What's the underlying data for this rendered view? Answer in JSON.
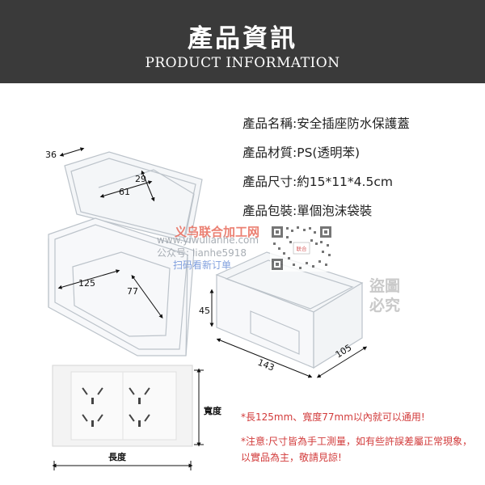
{
  "header": {
    "title": "產品資訊",
    "subtitle": "PRODUCT INFORMATION"
  },
  "specs": [
    "產品名稱:安全插座防水保護蓋",
    "產品材質:PS(透明苯)",
    "產品尺寸:約15*11*4.5cm",
    "產品包裝:單個泡沫袋裝"
  ],
  "dimensions_open": {
    "top_depth": "36",
    "inner_top_w": "61",
    "inner_top_h": "29",
    "inner_w": "125",
    "inner_h": "77"
  },
  "dimensions_closed": {
    "height": "45",
    "length": "143",
    "width": "105"
  },
  "outlet_labels": {
    "width": "寬度",
    "length": "長度"
  },
  "notes": {
    "note1": "*長125mm、寬度77mm以內就可以通用!",
    "note2": "*注意:尺寸皆為手工測量，如有些許誤差屬正常現象，以實品為主，敬請見諒!"
  },
  "watermark": {
    "line1": "义乌联合加工网",
    "line2": "www.yiwulianhe.com",
    "line3": "公众号: lianhe5918",
    "line4": "扫码看新订单",
    "qr_label": "联合",
    "corner": "盜圖必究"
  },
  "colors": {
    "header_bg": "#3a3a3a",
    "note_red": "#d23b3b"
  }
}
